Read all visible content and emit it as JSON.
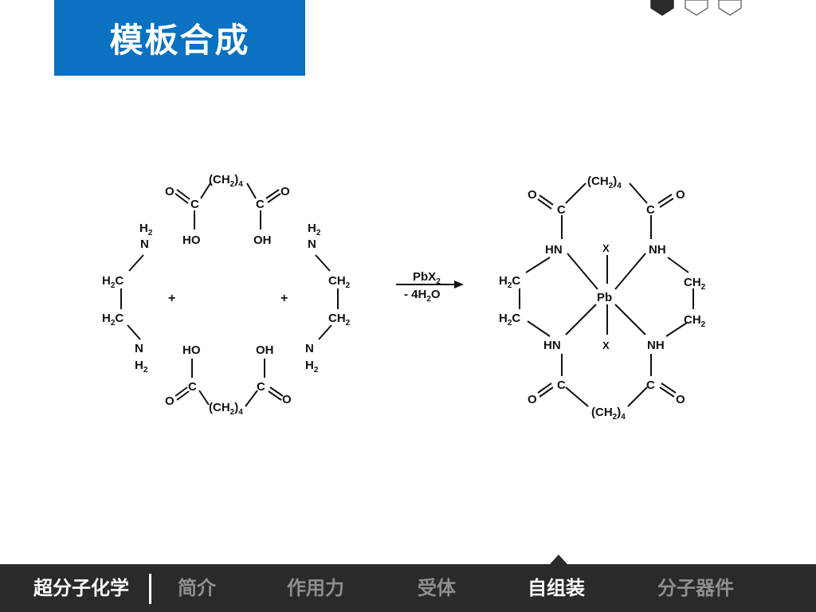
{
  "title": "模板合成",
  "nav": {
    "brand": "超分子化学",
    "items": [
      {
        "label": "简介"
      },
      {
        "label": "作用力"
      },
      {
        "label": "受体"
      },
      {
        "label": "自组装",
        "active": true
      },
      {
        "label": "分子器件"
      }
    ]
  },
  "colors": {
    "title_bg": "#0a72c0",
    "bar_bg": "#2a2a2a",
    "active_text": "#ffffff",
    "inactive_text": "#8f8f8f"
  },
  "pager": {
    "count": 3,
    "active_index": 0
  },
  "reaction": {
    "left": {
      "o": "O",
      "c": "C",
      "ch2_4": "(CH",
      "sub_2": "2",
      "sub_4": "4",
      "paren": ")",
      "oh": "OH",
      "ho": "HO",
      "h2": "H",
      "n": "N",
      "h2c": "H",
      "ch2": "CH",
      "plus": "+"
    },
    "reagent": "PbX",
    "reagent_sub": "2",
    "byproduct_prefix": "- 4H",
    "byproduct_sub": "2",
    "byproduct_suffix": "O",
    "right": {
      "o": "O",
      "c": "C",
      "ch2_4": "(CH",
      "sub_2": "2",
      "sub_4": "4",
      "paren": ")",
      "hn": "HN",
      "nh": "NH",
      "x": "X",
      "pb": "Pb",
      "h2c": "H",
      "ch2": "CH"
    }
  }
}
